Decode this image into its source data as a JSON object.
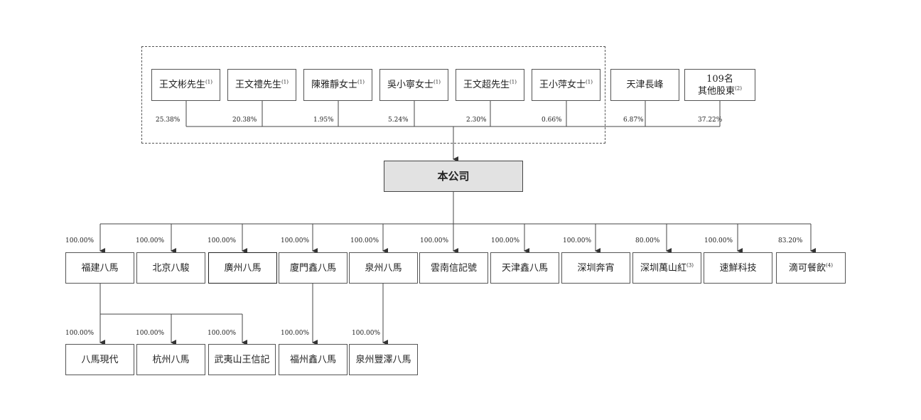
{
  "company": "本公司",
  "shareholders": [
    {
      "name": "王文彬先生",
      "note": "(1)",
      "pct": "25.38%"
    },
    {
      "name": "王文禮先生",
      "note": "(1)",
      "pct": "20.38%"
    },
    {
      "name": "陳雅靜女士",
      "note": "(1)",
      "pct": "1.95%"
    },
    {
      "name": "吳小寧女士",
      "note": "(1)",
      "pct": "5.24%"
    },
    {
      "name": "王文超先生",
      "note": "(1)",
      "pct": "2.30%"
    },
    {
      "name": "王小萍女士",
      "note": "(1)",
      "pct": "0.66%"
    },
    {
      "name": "天津長峰",
      "note": "",
      "pct": "6.87%"
    },
    {
      "name_line1": "109名",
      "name": "其他股東",
      "note": "(2)",
      "pct": "37.22%"
    }
  ],
  "subsidiaries": [
    {
      "name": "福建八馬",
      "note": "",
      "pct": "100.00%"
    },
    {
      "name": "北京八駿",
      "note": "",
      "pct": "100.00%"
    },
    {
      "name": "廣州八馬",
      "note": "",
      "pct": "100.00%"
    },
    {
      "name": "廈門鑫八馬",
      "note": "",
      "pct": "100.00%"
    },
    {
      "name": "泉州八馬",
      "note": "",
      "pct": "100.00%"
    },
    {
      "name": "雲南信記號",
      "note": "",
      "pct": "100.00%"
    },
    {
      "name": "天津鑫八馬",
      "note": "",
      "pct": "100.00%"
    },
    {
      "name": "深圳奔宵",
      "note": "",
      "pct": "100.00%"
    },
    {
      "name": "深圳萬山紅",
      "note": "(3)",
      "pct": "80.00%"
    },
    {
      "name": "速鮮科技",
      "note": "",
      "pct": "100.00%"
    },
    {
      "name": "滴可餐飲",
      "note": "(4)",
      "pct": "83.20%"
    }
  ],
  "second_level": [
    {
      "name": "八馬現代",
      "pct": "100.00%",
      "parent": "福建八馬"
    },
    {
      "name": "杭州八馬",
      "pct": "100.00%",
      "parent": "福建八馬"
    },
    {
      "name": "武夷山王信記",
      "pct": "100.00%",
      "parent": "福建八馬"
    },
    {
      "name": "福州鑫八馬",
      "pct": "100.00%",
      "parent": "廈門鑫八馬"
    },
    {
      "name": "泉州豐澤八馬",
      "pct": "100.00%",
      "parent": "泉州八馬"
    }
  ]
}
